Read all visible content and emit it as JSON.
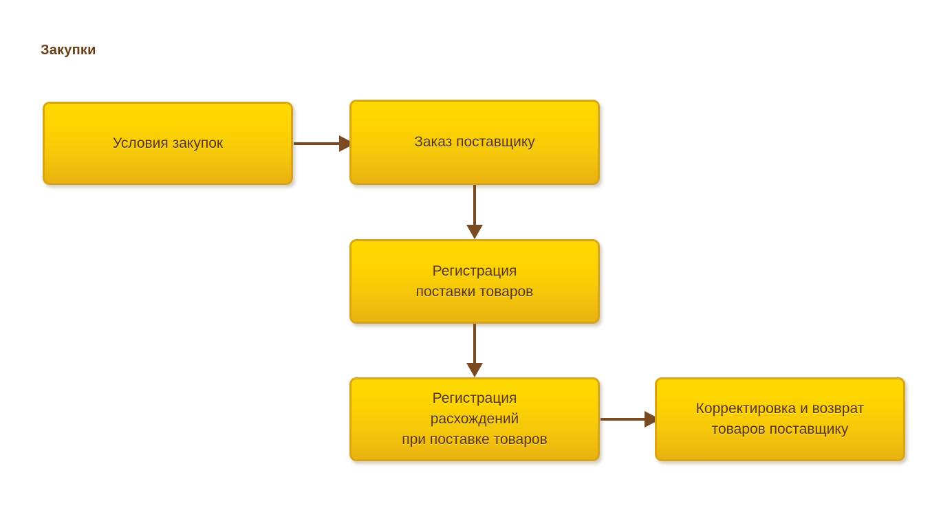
{
  "title": "Закупки",
  "colors": {
    "title_text": "#6b3f16",
    "node_border": "#d9a41c",
    "node_fill_top": "#ffd900",
    "node_fill_bottom": "#e9b311",
    "node_text": "#5a3312",
    "arrow": "#7a4a22",
    "background": "#ffffff"
  },
  "nodes": [
    {
      "id": "purchase-terms",
      "label": "Условия закупок"
    },
    {
      "id": "supplier-order",
      "label": "Заказ поставщику"
    },
    {
      "id": "goods-delivery",
      "label": "Регистрация\nпоставки товаров"
    },
    {
      "id": "delivery-discrep",
      "label": "Регистрация\nрасхождений\nпри поставке товаров"
    },
    {
      "id": "correction-return",
      "label": "Корректировка и возврат\nтоваров поставщику"
    }
  ],
  "edges": [
    {
      "from": "purchase-terms",
      "to": "supplier-order",
      "direction": "right"
    },
    {
      "from": "supplier-order",
      "to": "goods-delivery",
      "direction": "down"
    },
    {
      "from": "goods-delivery",
      "to": "delivery-discrep",
      "direction": "down"
    },
    {
      "from": "delivery-discrep",
      "to": "correction-return",
      "direction": "right"
    }
  ]
}
